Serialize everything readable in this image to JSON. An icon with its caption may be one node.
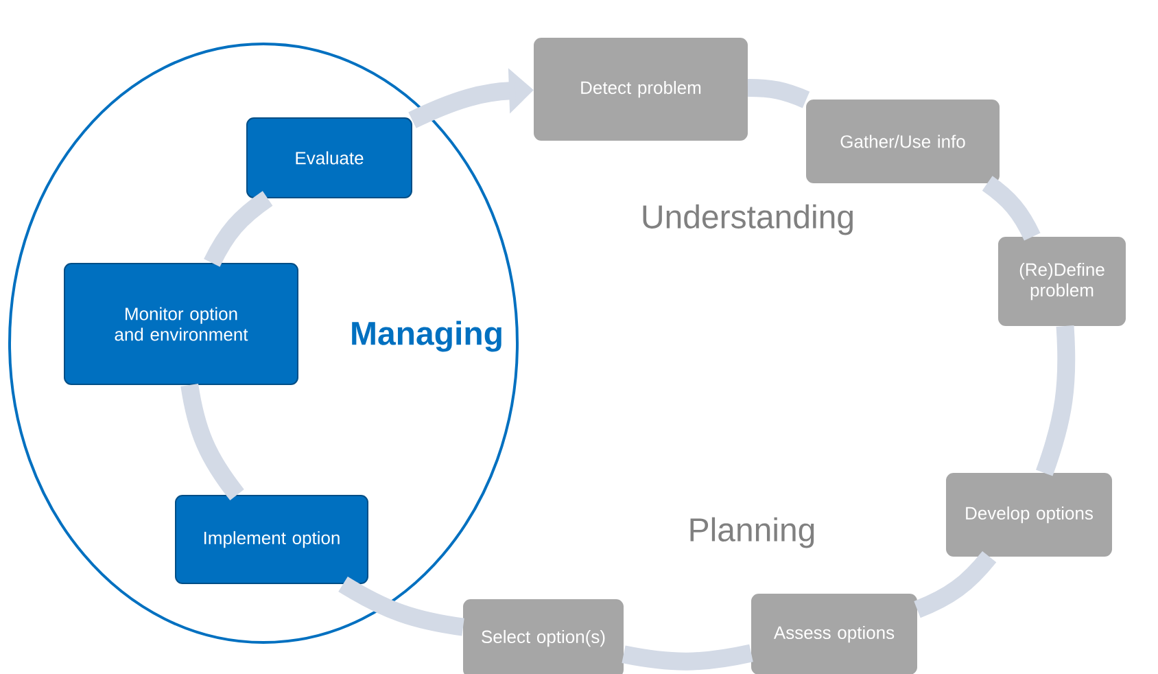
{
  "diagram": {
    "nodes": [
      {
        "text": [
          "Managing"
        ]
      },
      {
        "text": [
          "Evaluate"
        ],
        "in": 0
      },
      {
        "text": [
          "Monitor option and environment"
        ],
        "in": 0
      },
      {
        "text": [
          "Implement option"
        ],
        "in": 0
      },
      {
        "text": [
          "Detect problem"
        ]
      },
      {
        "text": [
          "Gather/Use info"
        ]
      },
      {
        "text": [
          "(Re)Define problem"
        ]
      },
      {
        "text": [
          "Develop options"
        ]
      },
      {
        "text": [
          "Assess options"
        ]
      },
      {
        "text": [
          "Select option(s)"
        ]
      }
    ],
    "edges": [
      {
        "from": 4,
        "to": 5,
        "arrow": "none"
      },
      {
        "from": 5,
        "to": 6,
        "arrow": "none"
      },
      {
        "from": 6,
        "to": 7,
        "arrow": "none"
      },
      {
        "from": 7,
        "to": 8,
        "arrow": "none"
      },
      {
        "from": 8,
        "to": 9,
        "arrow": "none"
      },
      {
        "from": 9,
        "to": 3,
        "arrow": "none"
      },
      {
        "from": 3,
        "to": 2,
        "arrow": "none"
      },
      {
        "from": 2,
        "to": 1,
        "arrow": "none"
      },
      {
        "from": 1,
        "to": 4,
        "arrow": "to"
      }
    ],
    "labels": [
      "Understanding",
      "Planning"
    ]
  }
}
